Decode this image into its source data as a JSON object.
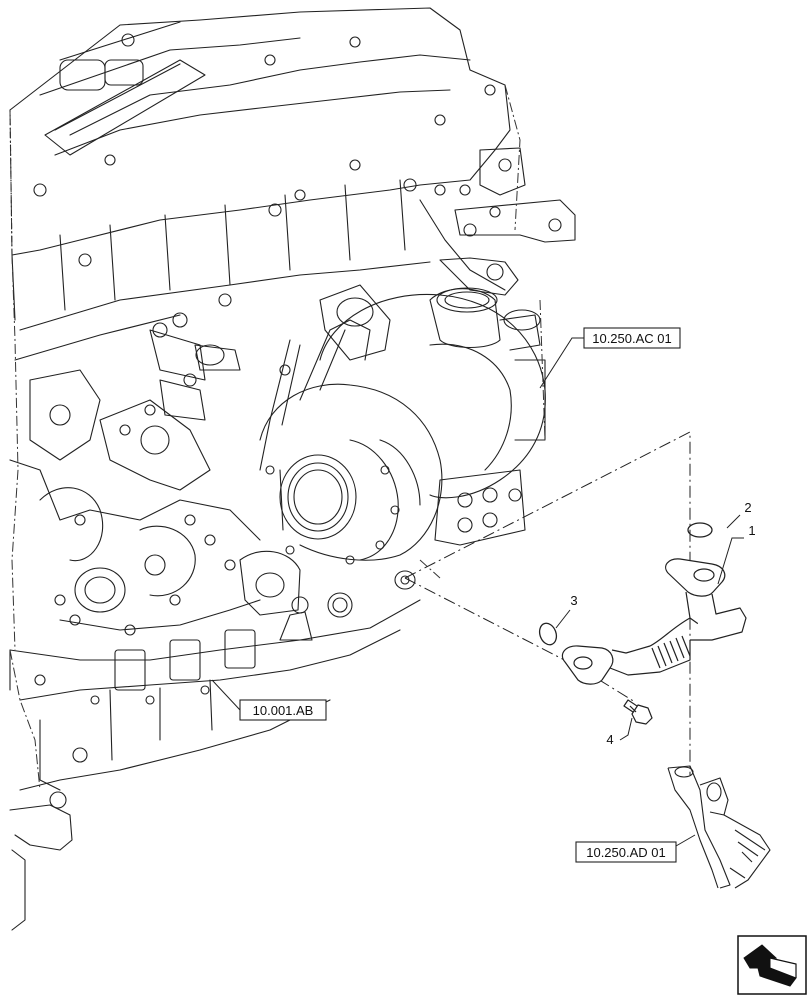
{
  "references": {
    "turbo": "10.250.AC 01",
    "engine_block": "10.001.AB",
    "bracket": "10.250.AD 01"
  },
  "callouts": {
    "pipe": "1",
    "seal_ring_upper": "2",
    "seal_ring_lower": "3",
    "bolt": "4"
  },
  "icons": {
    "navigation": "back-arrow-icon"
  }
}
